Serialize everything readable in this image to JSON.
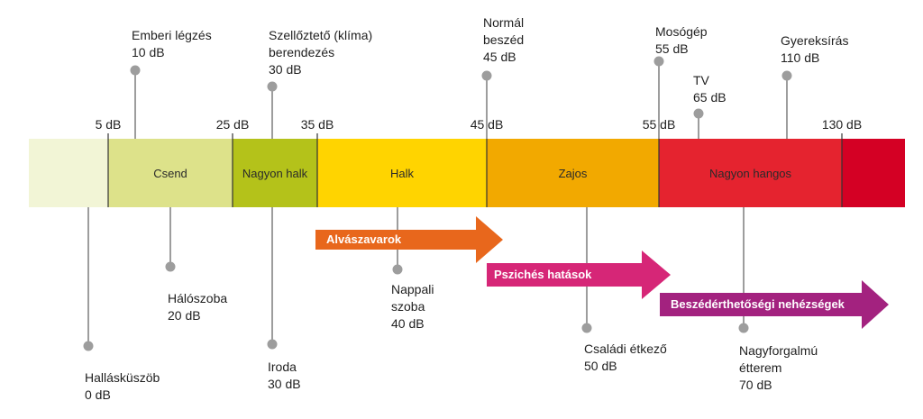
{
  "colors": {
    "bar_segments": [
      "#f2f5d6",
      "#dde28a",
      "#b4c21a",
      "#ffd400",
      "#f2a900",
      "#e5232f",
      "#d40024"
    ],
    "stem": "#9d9d9d",
    "divider": "#333333",
    "arrow_sleep": "#e8671c",
    "arrow_psych": "#d62677",
    "arrow_speech": "#a3227f"
  },
  "ticks": [
    "5 dB",
    "25 dB",
    "35 dB",
    "45 dB",
    "55 dB",
    "130 dB"
  ],
  "zones": [
    "Csend",
    "Nagyon halk",
    "Halk",
    "Zajos",
    "Nagyon hangos"
  ],
  "above": {
    "breathing": {
      "line1": "Emberi légzés",
      "line2": "10 dB"
    },
    "ac": {
      "line1": "Szellőztető (klíma)",
      "line2": "berendezés",
      "line3": "30 dB"
    },
    "speech": {
      "line1": "Normál",
      "line2": "beszéd",
      "line3": "45 dB"
    },
    "washer": {
      "line1": "Mosógép",
      "line2": "55 dB"
    },
    "tv": {
      "line1": "TV",
      "line2": "65 dB"
    },
    "child": {
      "line1": "Gyereksírás",
      "line2": "110 dB"
    }
  },
  "below": {
    "threshold": {
      "line1": "Hallásküszöb",
      "line2": "0 dB"
    },
    "bedroom": {
      "line1": "Hálószoba",
      "line2": "20 dB"
    },
    "office": {
      "line1": "Iroda",
      "line2": "30 dB"
    },
    "living": {
      "line1": "Nappali",
      "line2": "szoba",
      "line3": "40 dB"
    },
    "dining": {
      "line1": "Családi étkező",
      "line2": "50 dB"
    },
    "restaurant": {
      "line1": "Nagyforgalmú",
      "line2": "étterem",
      "line3": "70 dB"
    }
  },
  "arrows": {
    "sleep": "Alvászavarok",
    "psych": "Pszichés hatások",
    "speech": "Beszédérthetőségi nehézségek"
  }
}
